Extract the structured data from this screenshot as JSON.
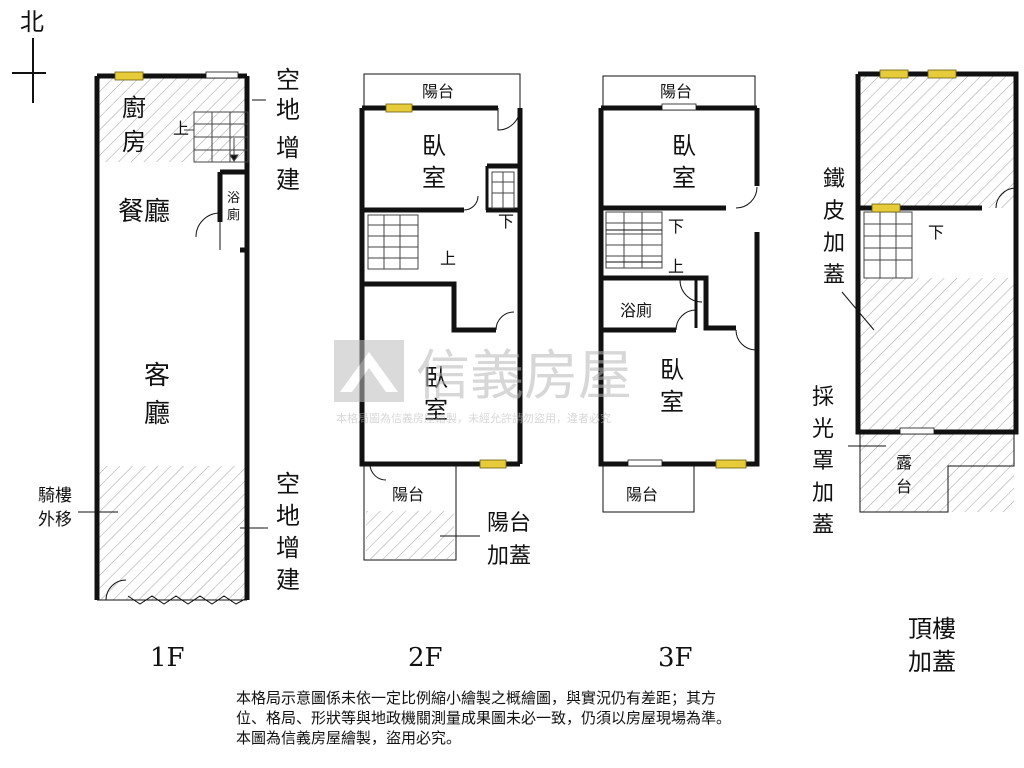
{
  "compass": "北",
  "floors": {
    "f1": {
      "label": "1F",
      "rooms": {
        "kitchen_line1": "廚",
        "kitchen_line2": "房",
        "dining": "餐廳",
        "living_line1": "客",
        "living_line2": "廳",
        "bath_line1": "浴",
        "bath_line2": "廁",
        "up": "上"
      },
      "annotations": {
        "vacant_top": [
          "空",
          "地",
          "增",
          "建"
        ],
        "vacant_bottom": [
          "空",
          "地",
          "增",
          "建"
        ],
        "arcade_line1": "騎樓",
        "arcade_line2": "外移"
      }
    },
    "f2": {
      "label": "2F",
      "rooms": {
        "balcony_top": "陽台",
        "bedroom1_line1": "臥",
        "bedroom1_line2": "室",
        "bedroom2_line1": "臥",
        "bedroom2_line2": "室",
        "balcony_bottom": "陽台",
        "up": "上",
        "down": "下"
      },
      "annotations": {
        "balcony_addon_line1": "陽台",
        "balcony_addon_line2": "加蓋"
      }
    },
    "f3": {
      "label": "3F",
      "rooms": {
        "balcony_top": "陽台",
        "bedroom1_line1": "臥",
        "bedroom1_line2": "室",
        "bedroom2_line1": "臥",
        "bedroom2_line2": "室",
        "bath": "浴廁",
        "balcony_bottom": "陽台",
        "up": "上",
        "down": "下"
      }
    },
    "roof": {
      "label_line1": "頂樓",
      "label_line2": "加蓋",
      "rooms": {
        "terrace_line1": "露",
        "terrace_line2": "台",
        "down": "下"
      },
      "annotations": {
        "iron_addon": [
          "鐵",
          "皮",
          "加",
          "蓋"
        ],
        "skylight_addon": [
          "採",
          "光",
          "罩",
          "加",
          "蓋"
        ]
      }
    }
  },
  "watermark": {
    "brand": "信義房屋",
    "subtext": "本格局圖為信義房屋繪製，未經允許請勿盜用，違者必究"
  },
  "disclaimer": {
    "line1": "本格局示意圖係未依一定比例縮小繪製之概繪圖，與實況仍有差距；其方",
    "line2": "位、格局、形狀等與地政機關測量成果圖未必一致，仍須以房屋現場為準。",
    "line3": "本圖為信義房屋繪製，盜用必究。"
  },
  "colors": {
    "wall": "#111111",
    "window": "#e6cc3a",
    "hatch": "#999999",
    "watermark": "#bdbdbd"
  }
}
